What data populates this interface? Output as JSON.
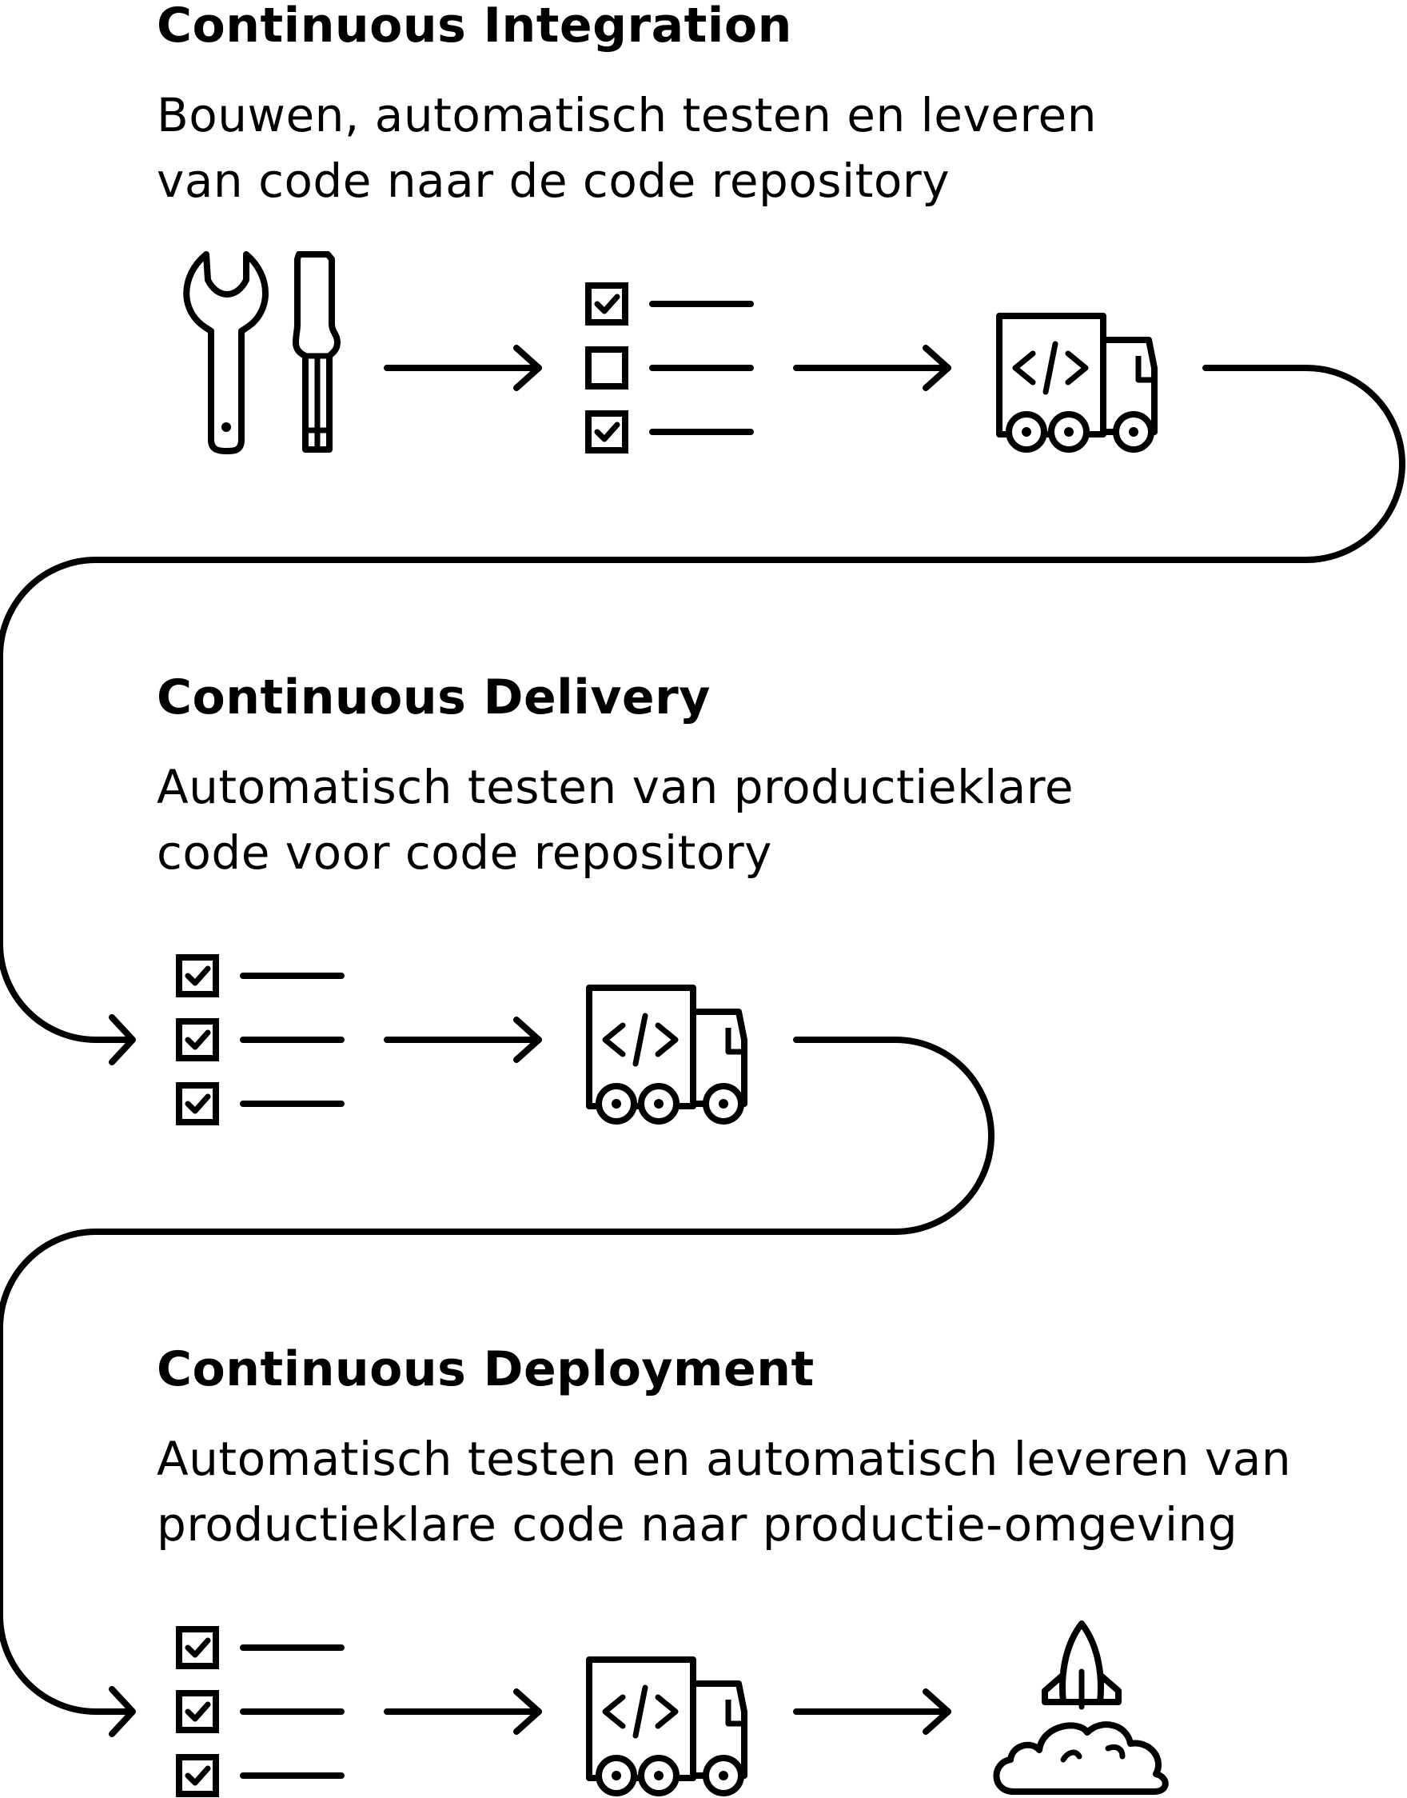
{
  "sections": [
    {
      "title": "Continuous Integration",
      "description": [
        "Bouwen, automatisch testen en leveren",
        "van code naar de code repository"
      ],
      "steps": [
        "wrench-screwdriver-icon",
        "checklist-icon",
        "code-truck-icon"
      ]
    },
    {
      "title": "Continuous Delivery",
      "description": [
        "Automatisch testen van productieklare",
        "code voor code repository"
      ],
      "steps": [
        "checklist-icon",
        "code-truck-icon"
      ]
    },
    {
      "title": "Continuous Deployment",
      "description": [
        "Automatisch testen en automatisch leveren van",
        "productieklare code naar productie-omgeving"
      ],
      "steps": [
        "checklist-icon",
        "code-truck-icon",
        "rocket-launch-icon"
      ]
    }
  ],
  "colors": {
    "stroke": "#000000",
    "background": "#ffffff"
  }
}
